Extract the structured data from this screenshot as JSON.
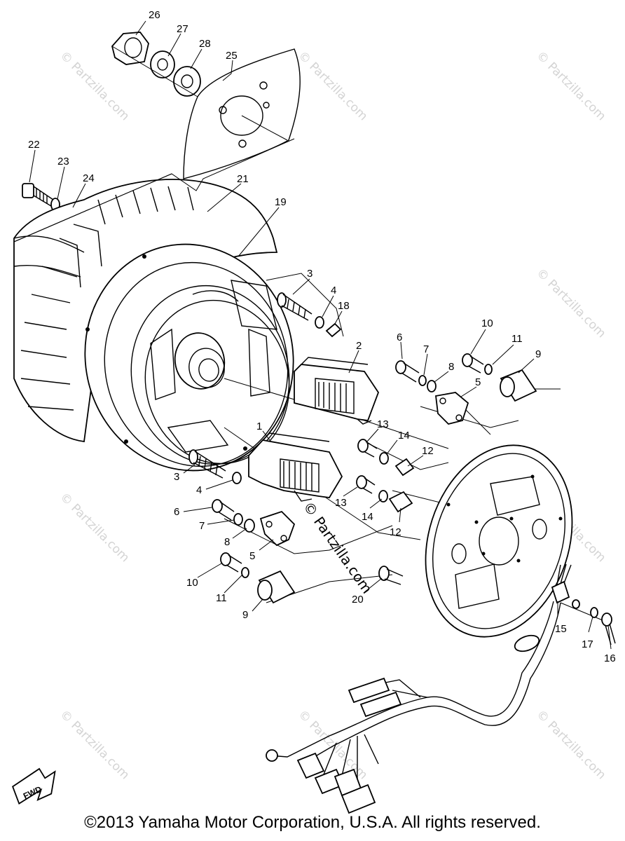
{
  "diagram": {
    "parts": [
      {
        "id": "p26",
        "label": "26"
      },
      {
        "id": "p27",
        "label": "27"
      },
      {
        "id": "p28",
        "label": "28"
      },
      {
        "id": "p25",
        "label": "25"
      },
      {
        "id": "p22",
        "label": "22"
      },
      {
        "id": "p23",
        "label": "23"
      },
      {
        "id": "p24",
        "label": "24"
      },
      {
        "id": "p21",
        "label": "21"
      },
      {
        "id": "p19",
        "label": "19"
      },
      {
        "id": "p3a",
        "label": "3"
      },
      {
        "id": "p4a",
        "label": "4"
      },
      {
        "id": "p18",
        "label": "18"
      },
      {
        "id": "p2",
        "label": "2"
      },
      {
        "id": "p6a",
        "label": "6"
      },
      {
        "id": "p7a",
        "label": "7"
      },
      {
        "id": "p8a",
        "label": "8"
      },
      {
        "id": "p10a",
        "label": "10"
      },
      {
        "id": "p11a",
        "label": "11"
      },
      {
        "id": "p9a",
        "label": "9"
      },
      {
        "id": "p5a",
        "label": "5"
      },
      {
        "id": "p13a",
        "label": "13"
      },
      {
        "id": "p14a",
        "label": "14"
      },
      {
        "id": "p12a",
        "label": "12"
      },
      {
        "id": "p1",
        "label": "1"
      },
      {
        "id": "p3b",
        "label": "3"
      },
      {
        "id": "p4b",
        "label": "4"
      },
      {
        "id": "p13b",
        "label": "13"
      },
      {
        "id": "p14b",
        "label": "14"
      },
      {
        "id": "p12b",
        "label": "12"
      },
      {
        "id": "p6b",
        "label": "6"
      },
      {
        "id": "p7b",
        "label": "7"
      },
      {
        "id": "p8b",
        "label": "8"
      },
      {
        "id": "p5b",
        "label": "5"
      },
      {
        "id": "p10b",
        "label": "10"
      },
      {
        "id": "p11b",
        "label": "11"
      },
      {
        "id": "p9b",
        "label": "9"
      },
      {
        "id": "p20",
        "label": "20"
      },
      {
        "id": "p15",
        "label": "15"
      },
      {
        "id": "p17",
        "label": "17"
      },
      {
        "id": "p16",
        "label": "16"
      }
    ],
    "fwd_label": "FWD",
    "watermark": "© Partzilla.com",
    "center_watermark": "© Partzilla.com",
    "copyright": "©2013 Yamaha Motor Corporation, U.S.A. All rights reserved."
  }
}
